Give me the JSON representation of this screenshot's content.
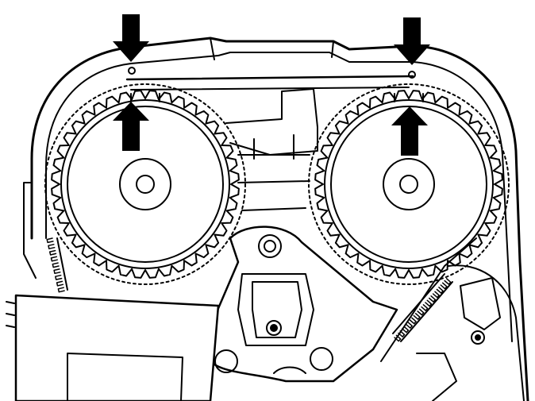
{
  "diagram": {
    "subject": "camshaft-timing-belt-drive",
    "colors": {
      "line": "#000000",
      "background": "#ffffff"
    },
    "sprockets": [
      {
        "name": "left-camshaft-sprocket",
        "teeth": 40
      },
      {
        "name": "right-camshaft-sprocket",
        "teeth": 40
      }
    ],
    "arrows": [
      {
        "name": "arrow-left-cover-mark",
        "direction": "down"
      },
      {
        "name": "arrow-right-cover-mark",
        "direction": "down"
      },
      {
        "name": "arrow-left-sprocket-mark",
        "direction": "up"
      },
      {
        "name": "arrow-right-sprocket-mark",
        "direction": "up"
      }
    ]
  }
}
